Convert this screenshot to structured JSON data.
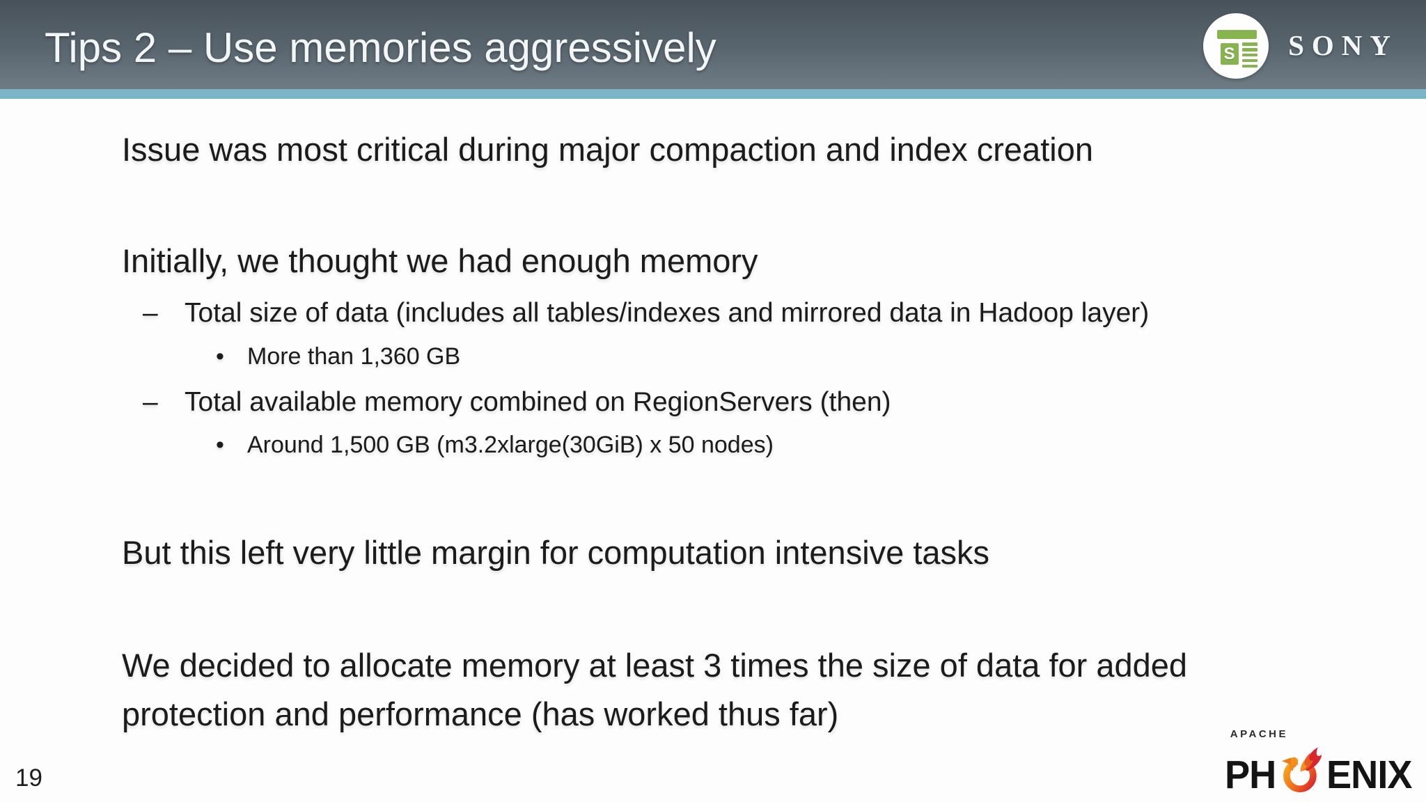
{
  "slide": {
    "title": "Tips 2 – Use memories aggressively",
    "page_number": "19",
    "markers": {
      "dash": "–",
      "dot": "•"
    },
    "bullets": [
      {
        "level": 1,
        "text": "Issue was most critical during major compaction and index creation"
      },
      {
        "level": 1,
        "text": "Initially, we thought we had enough memory"
      },
      {
        "level": 2,
        "text": "Total size of data (includes all tables/indexes and mirrored data in Hadoop layer)"
      },
      {
        "level": 3,
        "text": "More than 1,360 GB"
      },
      {
        "level": 2,
        "text": "Total available memory combined on RegionServers (then)"
      },
      {
        "level": 3,
        "text": "Around 1,500 GB (m3.2xlarge(30GiB) x 50 nodes)"
      },
      {
        "level": 1,
        "text": "But this left very little margin for computation intensive tasks"
      },
      {
        "level": 1,
        "text": "We decided to allocate memory at least 3 times the size of data for added\nprotection and performance (has worked thus far)"
      }
    ],
    "sony": {
      "wordmark": "SONY",
      "icon_letter": "S"
    },
    "phoenix": {
      "apache": "APACHE",
      "ph": "PH",
      "enix": "ENIX"
    }
  },
  "colors": {
    "header-top": "#47525a",
    "header-bottom": "#6f7c85",
    "accent-stripe": "#7db5c8",
    "body-text": "#1b1b1b",
    "sony-green": "#88b450",
    "phoenix-orange": "#f29a1e",
    "phoenix-red": "#d8262c"
  }
}
